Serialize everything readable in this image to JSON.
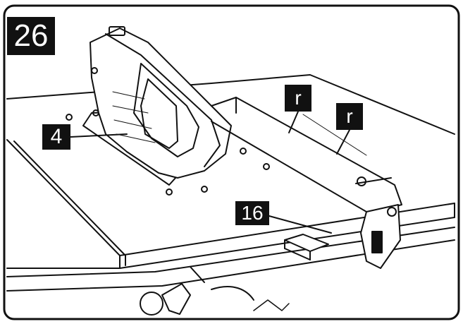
{
  "figure": {
    "step_number": "26",
    "callouts": {
      "blade_guard": "4",
      "rip_fence_mark_left": "r",
      "rip_fence_mark_right": "r",
      "fence_lock": "16"
    }
  },
  "colors": {
    "line": "#111111",
    "label_bg": "#111111",
    "label_text": "#ffffff",
    "background": "#ffffff"
  }
}
